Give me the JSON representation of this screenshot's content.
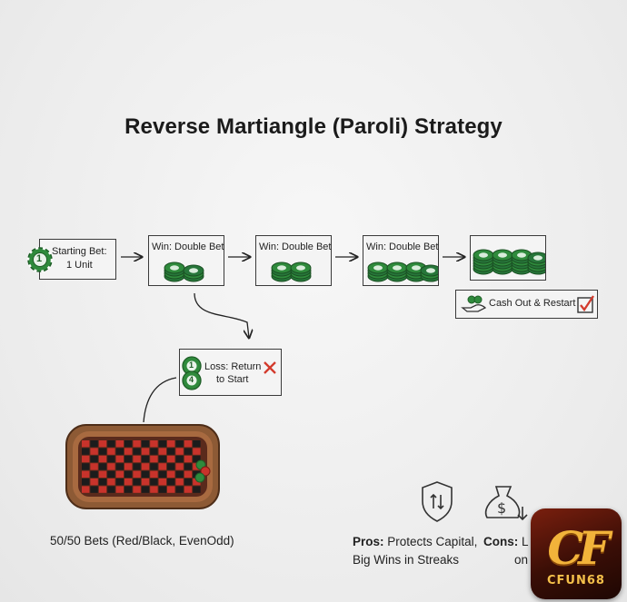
{
  "title": "Reverse Martiangle (Paroli) Strategy",
  "flow": {
    "start_line1": "Starting Bet:",
    "start_line2": "1 Unit",
    "start_chip_number": "1",
    "win_label": "Win: Double Bet",
    "loss_line1": "Loss: Return",
    "loss_line2": "to Start",
    "loss_chip_numbers": [
      "1",
      "4"
    ],
    "cashout_label": "Cash Out & Restart"
  },
  "roulette_caption": "50/50 Bets (Red/Black, EvenOdd)",
  "pros": {
    "label": "Pros:",
    "line1": "Protects Capital,",
    "line2": "Big Wins in Streaks"
  },
  "cons": {
    "label": "Cons:",
    "line1": "L",
    "line2": "on"
  },
  "logo": {
    "mark": "CF",
    "text": "CFUN68"
  },
  "icons": [
    "poker-chip-icon",
    "arrow-right-icon",
    "cash-hand-icon",
    "checkbox-check-icon",
    "red-x-icon",
    "shield-arrows-icon",
    "money-bag-icon",
    "roulette-table-icon"
  ],
  "colors": {
    "chip_green": "#2f8a3c",
    "chip_dark": "#1f5e28",
    "accent_red": "#d33a2c",
    "felt_red": "#c8332b",
    "wood": "#8b5a3a"
  }
}
